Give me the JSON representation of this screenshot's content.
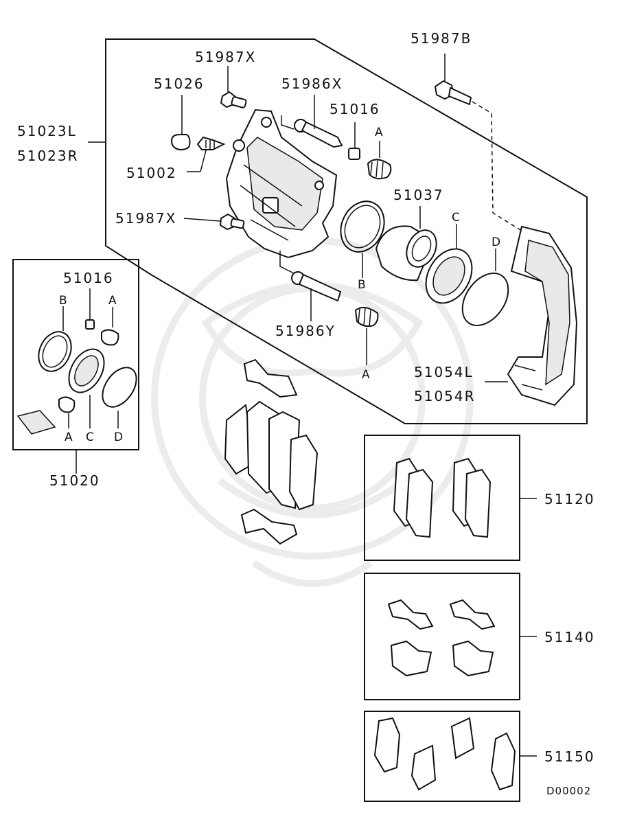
{
  "diagram": {
    "ref_code": "D00002",
    "part_numbers": {
      "bolt_top": "51987B",
      "bolt_x_upper": "51987X",
      "bolt_x_lower": "51987X",
      "cap": "51026",
      "guide_pin_x": "51986X",
      "guide_pin_y": "51986Y",
      "bushing": "51016",
      "bleeder": "51002",
      "caliper_left": "51023L",
      "caliper_right": "51023R",
      "piston": "51037",
      "support_left": "51054L",
      "support_right": "51054R",
      "seal_kit": "51020",
      "kit_bushing": "51016",
      "pad_set": "51120",
      "clip_kit": "51140",
      "shim_kit": "51150"
    },
    "letters": {
      "a": "A",
      "b": "B",
      "c": "C",
      "d": "D"
    }
  }
}
